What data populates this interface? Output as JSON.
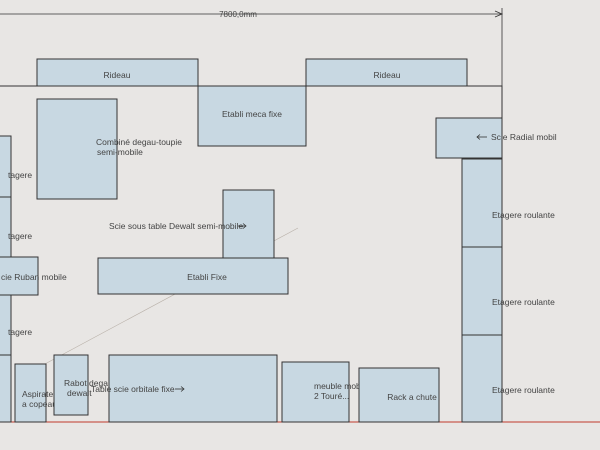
{
  "dimension_label": "7800,0mm",
  "labels": {
    "rideau_left": "Rideau",
    "rideau_right": "Rideau",
    "etabli_meca": "Etabli meca fixe",
    "combine_1": "Combiné degau-toupie",
    "combine_2": "semi-mobile",
    "scie_radial": "Scie Radial mobil",
    "etagere_left_1": "tagere",
    "etagere_left_2": "tagere",
    "etagere_left_3": "tagere",
    "scie_sous_table": "Scie sous table Dewalt semi-mobile",
    "scie_ruban": "cie Ruban mobile",
    "etabli_fixe": "Etabli Fixe",
    "etagere_roulante_1": "Etagere roulante",
    "etagere_roulante_2": "Etagere roulante",
    "etagere_roulante_3": "Etagere roulante",
    "aspirateur_1": "Aspirateur",
    "aspirateur_2": "a copeaux",
    "rabot_1": "Rabot degau",
    "rabot_2": "dewalt",
    "table_scie": "Table scie orbitale fixe",
    "meuble_1": "meuble mobile",
    "meuble_2": "2 Touré...",
    "rack": "Rack a chute"
  }
}
